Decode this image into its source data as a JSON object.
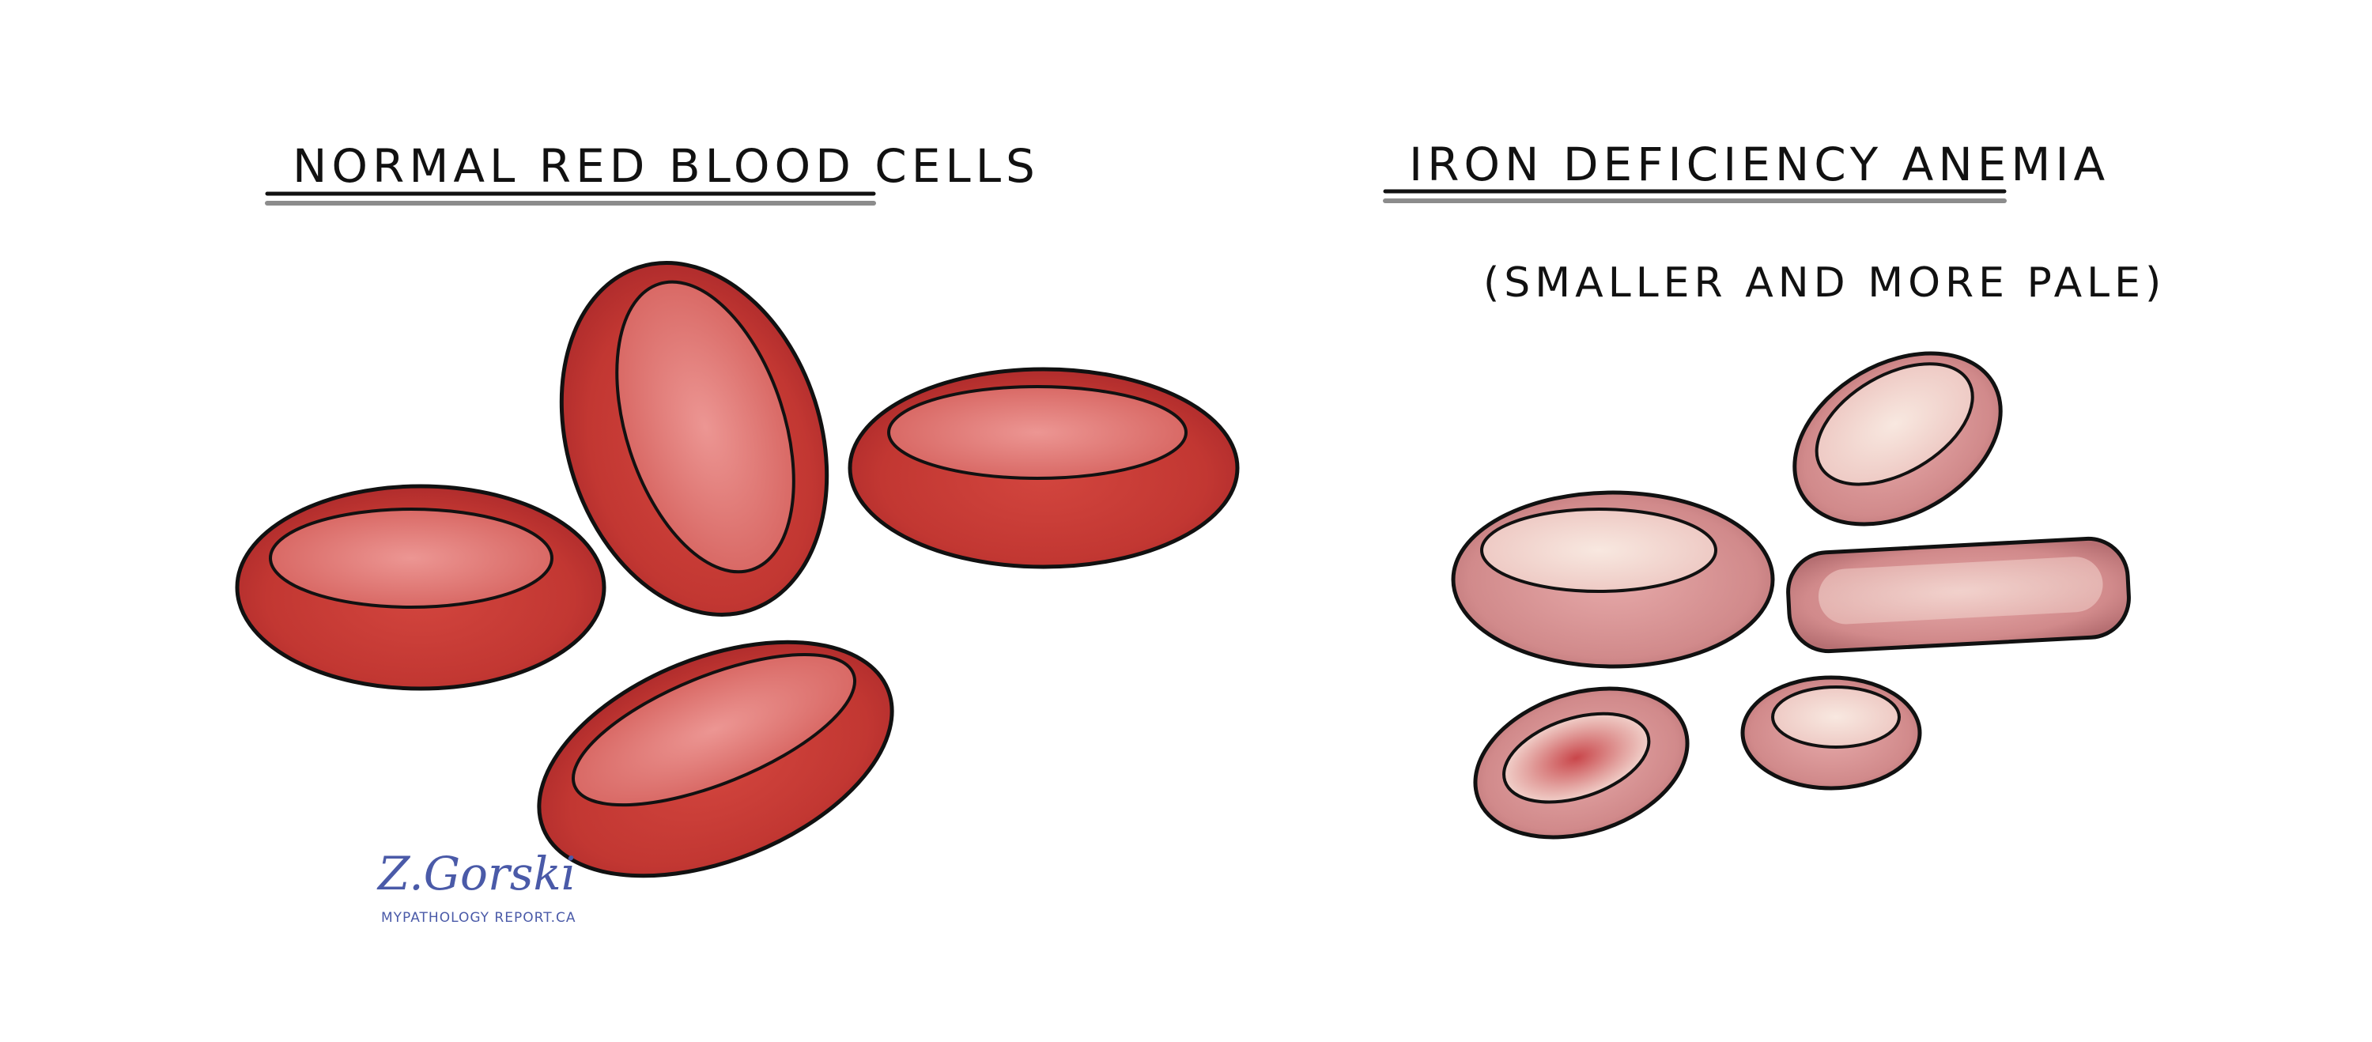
{
  "panels": {
    "normal": {
      "title": "NORMAL RED BLOOD CELLS"
    },
    "anemia": {
      "title": "IRON DEFICIENCY ANEMIA",
      "subtitle": "(SMALLER AND MORE PALE)"
    }
  },
  "signature": {
    "name": "Z.Gorski",
    "website": "MYPATHOLOGY REPORT.CA"
  },
  "colors": {
    "normal_cell": "#c73a34",
    "normal_center": "#e07a78",
    "anemia_cell": "#d98f90",
    "anemia_center": "#f4dcd4",
    "outline": "#111111",
    "signature": "#4a5aa8"
  }
}
